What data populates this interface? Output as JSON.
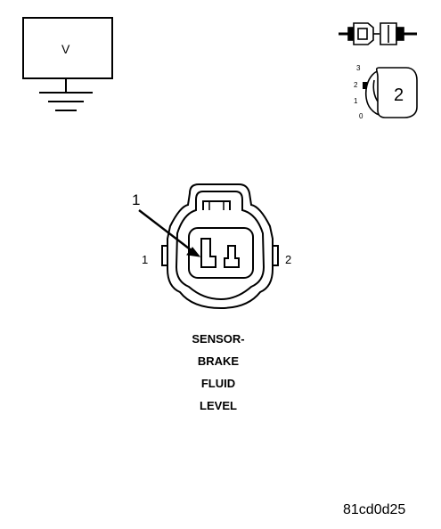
{
  "ground_box": {
    "label": "V"
  },
  "connector_legend": {
    "pin_scale": [
      "3",
      "2",
      "1",
      "0"
    ],
    "badge": "2"
  },
  "connector": {
    "callout": "1",
    "cavity_left": "1",
    "cavity_right": "2"
  },
  "caption": [
    "SENSOR-",
    "BRAKE",
    "FLUID",
    "LEVEL"
  ],
  "figure_id": "81cd0d25"
}
